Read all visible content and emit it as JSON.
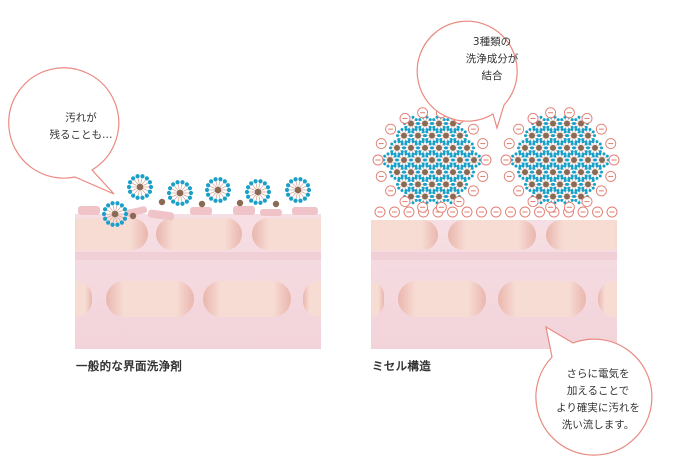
{
  "bubbles": {
    "left": {
      "lines": [
        "汚れが",
        "残ることも…"
      ]
    },
    "top": {
      "lines": [
        "3種類の",
        "洗浄成分が",
        "結合"
      ]
    },
    "right": {
      "lines": [
        "さらに電気を",
        "加えることで",
        "より確実に汚れを",
        "洗い流します。"
      ]
    }
  },
  "captions": {
    "left": "一般的な界面洗浄剤",
    "right": "ミセル構造"
  },
  "colors": {
    "skin": "#f4d6dd",
    "skin_band": "#efc6d0",
    "cell": "#f1c8bf",
    "bubble_stroke": "#e98a80",
    "dirt": "#8a6a55",
    "surfactant": "#1aa0c8",
    "charge": "#e07b6f"
  }
}
